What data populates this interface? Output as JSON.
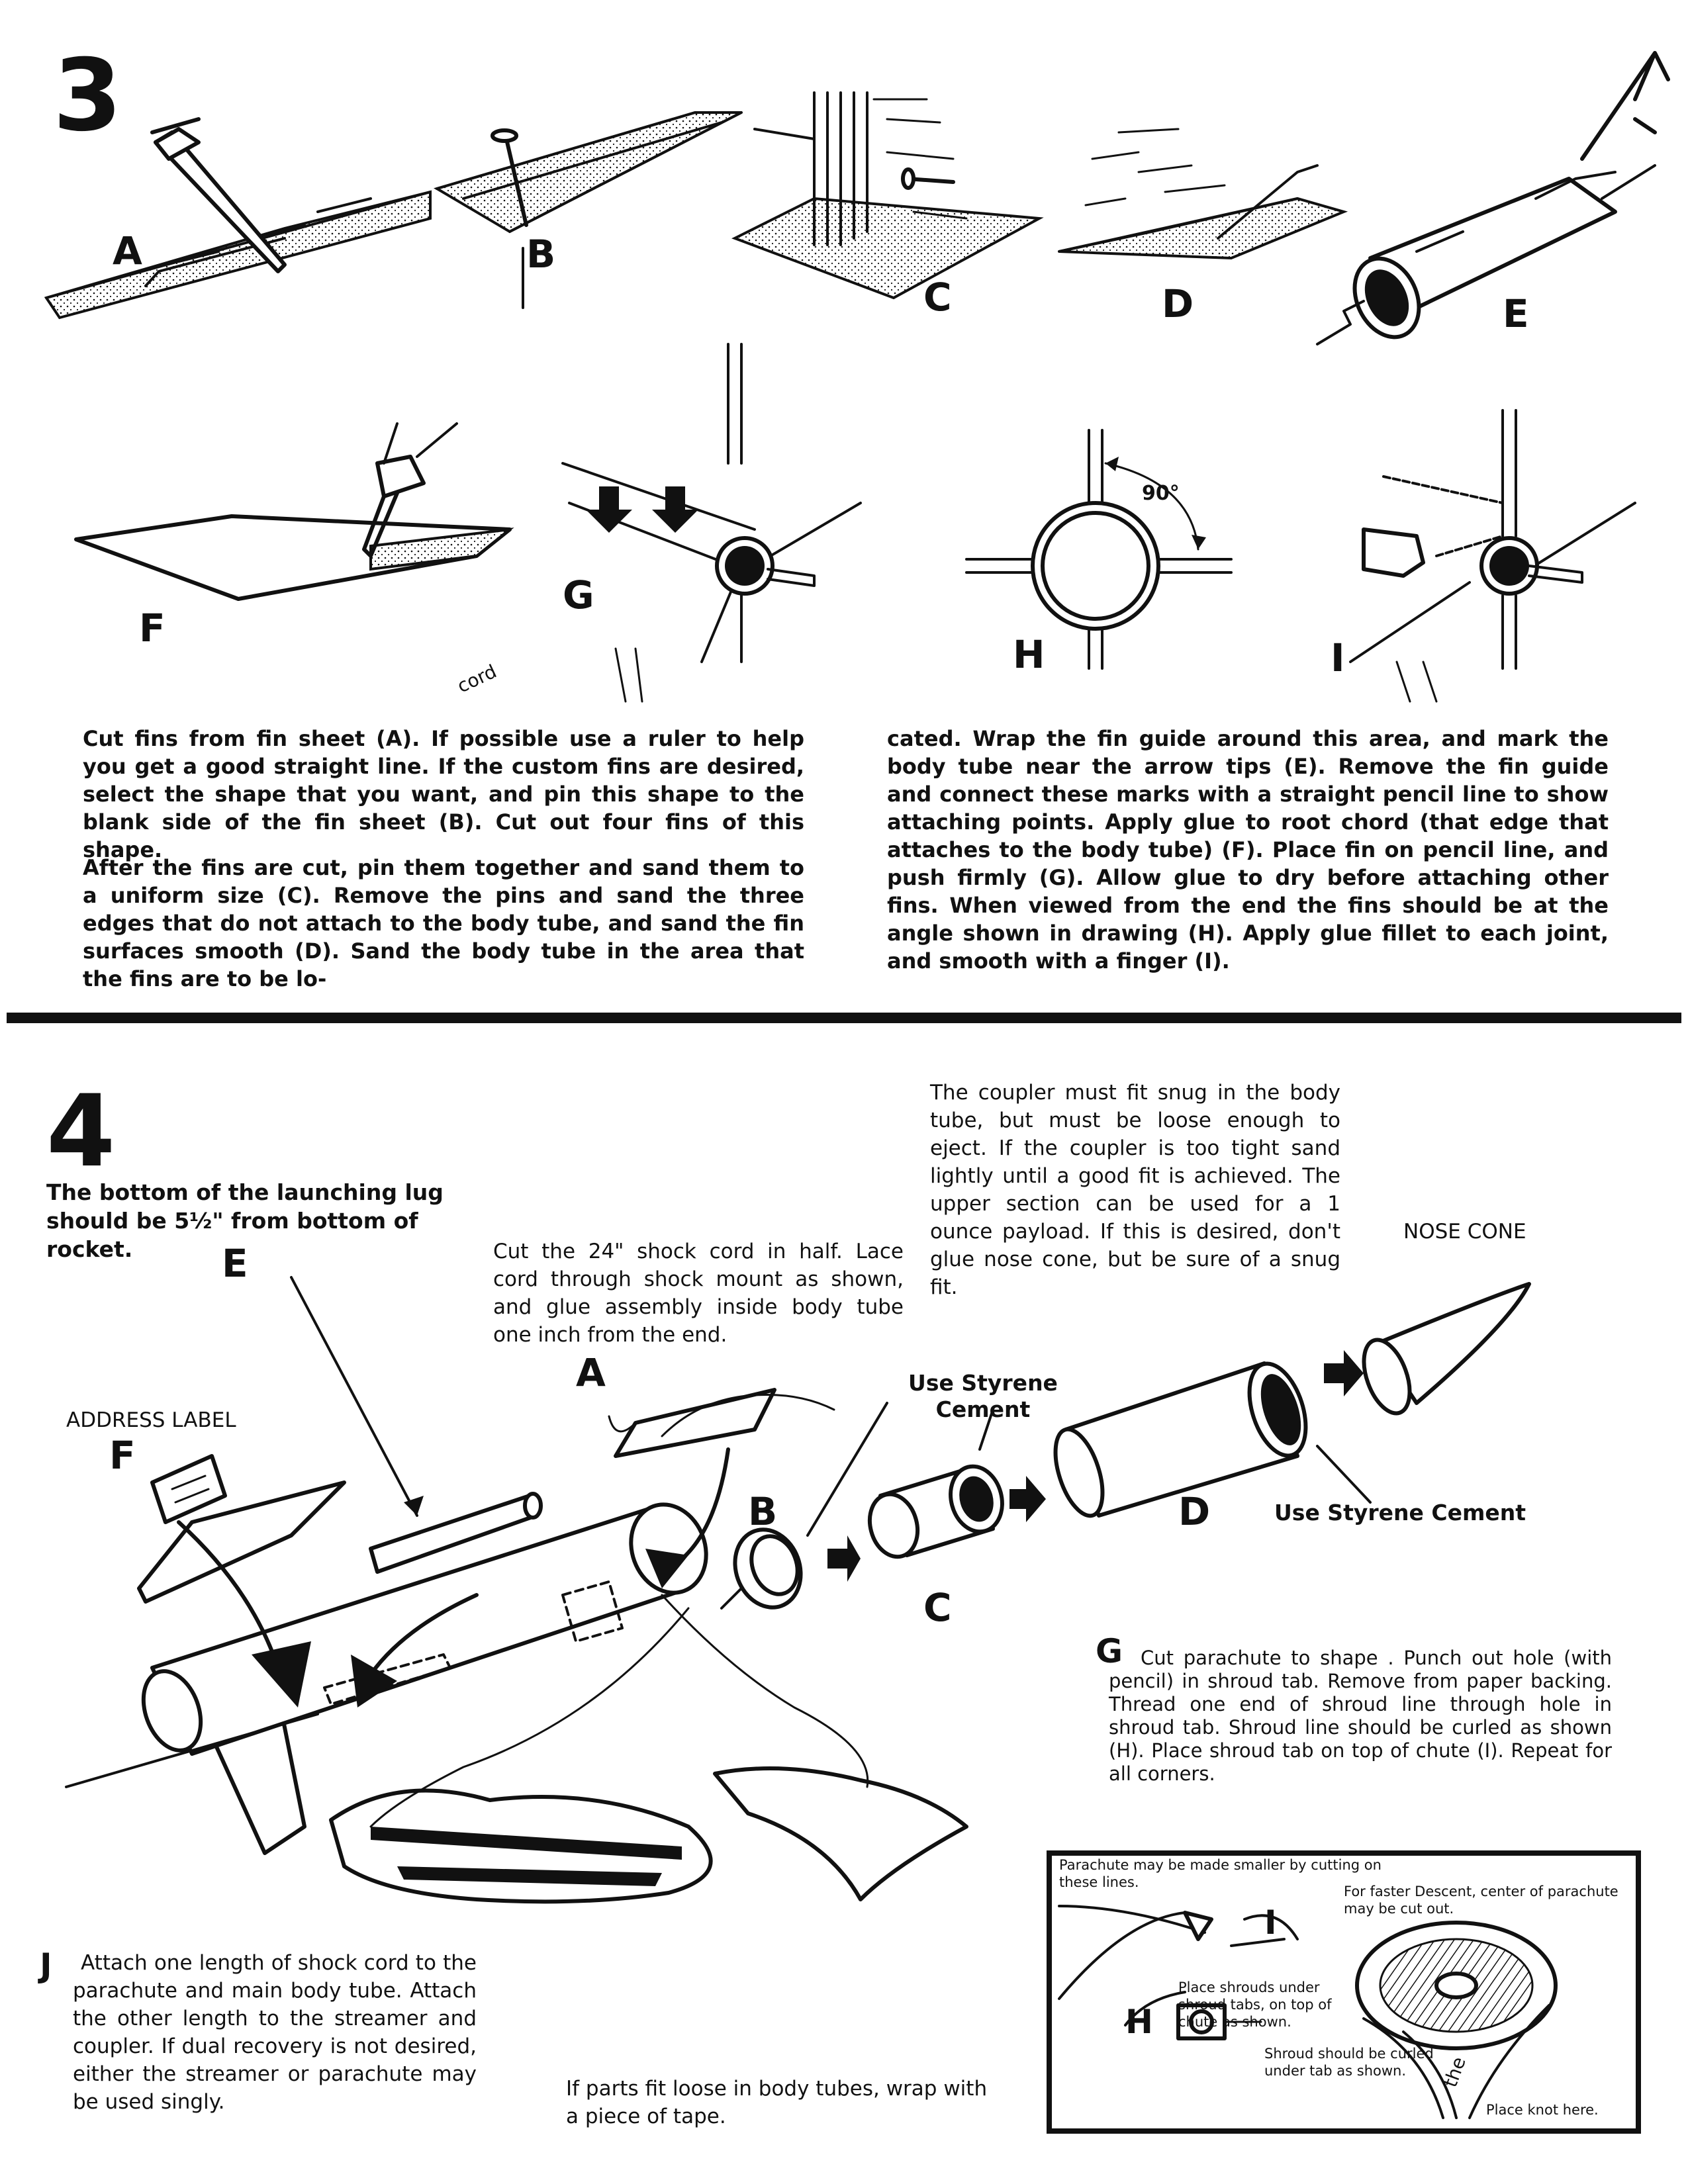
{
  "step3": {
    "number": "3",
    "labels": {
      "a": "A",
      "b": "B",
      "c": "C",
      "d": "D",
      "e": "E",
      "f": "F",
      "g": "G",
      "h": "H",
      "i": "I"
    },
    "angle_label": "90°",
    "cord_label": "cord",
    "paragraph_left_1": "Cut fins from fin sheet (A). If possible use a ruler to help you get a good straight line. If the custom fins are desired, select the shape that you want, and pin this shape to the blank side of the fin sheet (B). Cut out four fins of this shape.",
    "paragraph_left_2": "After the fins are cut, pin them together and sand them to a uniform size (C). Remove the pins and sand the three edges that do not attach to the body tube, and sand the fin surfaces smooth (D). Sand the body tube in the area that the fins are to be lo-",
    "paragraph_right": "cated. Wrap the fin guide around this area, and mark the body tube near the arrow tips (E). Remove the fin guide and connect these marks with a straight pencil line to show attaching points. Apply glue to root chord (that edge that attaches to the body tube) (F). Place fin on pencil line, and push firmly (G). Allow glue to dry before attaching other fins. When viewed from the end the fins should be at the angle shown in drawing (H). Apply glue fillet to each joint, and smooth with a finger (I)."
  },
  "step4": {
    "number": "4",
    "launch_lug_note": "The bottom of the launching lug should be 5½\" from bottom of rocket.",
    "shock_cord_note": "Cut the 24\" shock cord in half. Lace cord through shock mount as shown, and glue assembly inside body tube one inch from the end.",
    "coupler_note": "The coupler must fit snug in the body tube, but must be loose enough to eject. If the coupler is too tight sand lightly until a good fit is achieved. The upper section can be used for a 1 ounce payload. If this is desired, don't glue nose cone, but be sure of a snug fit.",
    "nose_cone_label": "NOSE CONE",
    "address_label": "ADDRESS LABEL",
    "styrene_cement_1": "Use Styrene Cement",
    "styrene_cement_2": "Use Styrene Cement",
    "labels": {
      "a": "A",
      "b": "B",
      "c": "C",
      "d": "D",
      "e": "E",
      "f": "F",
      "g": "G",
      "j": "J"
    },
    "parachute_note": "Cut parachute to shape . Punch out hole (with pencil) in shroud tab. Remove from paper backing. Thread one end of shroud line through hole in shroud tab. Shroud line should be curled as shown (H). Place shroud tab on top of chute (I). Repeat for all corners.",
    "shock_cord_attach_note": "Attach one length of shock cord to the parachute and main body tube. Attach the other length to the streamer and coupler. If dual recovery is not desired, either the streamer or parachute may be used singly.",
    "tape_note": "If parts fit loose in body tubes, wrap with a piece of tape.",
    "inset": {
      "smaller_note": "Parachute may be made smaller by cutting on these lines.",
      "descent_note": "For faster Descent, center of parachute may be cut out.",
      "shroud_place_note": "Place shrouds under shroud tabs, on top of chute as shown.",
      "shroud_curl_note": "Shroud should be curled under tab as shown.",
      "knot_note": "Place knot here.",
      "label_i": "I",
      "label_h": "H",
      "the_label": "the"
    }
  }
}
